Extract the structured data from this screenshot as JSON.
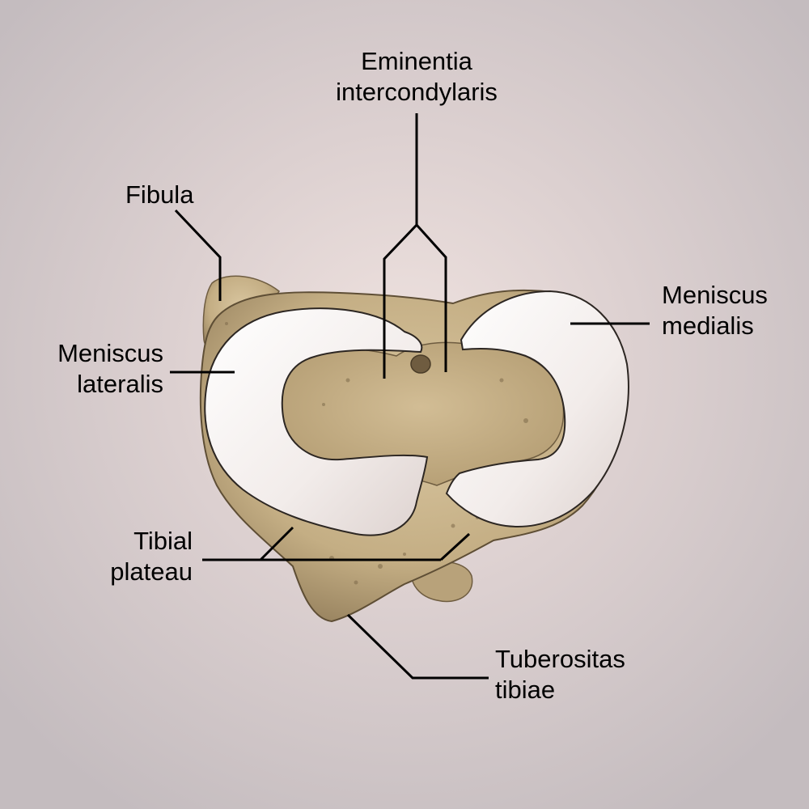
{
  "labels": {
    "eminentia": [
      "Eminentia",
      "intercondylaris"
    ],
    "fibula": [
      "Fibula"
    ],
    "meniscus_lateralis": [
      "Meniscus",
      "lateralis"
    ],
    "meniscus_medialis": [
      "Meniscus",
      "medialis"
    ],
    "tibial_plateau": [
      "Tibial",
      "plateau"
    ],
    "tuberositas_tibiae": [
      "Tuberositas",
      "tibiae"
    ]
  },
  "colors": {
    "background_center": "#f1e4e0",
    "background_edge": "#c4bcbf",
    "bone": "#c9b48c",
    "bone_shadow": "#8a7452",
    "meniscus": "#f4f0ee",
    "leader_line": "#000000"
  }
}
